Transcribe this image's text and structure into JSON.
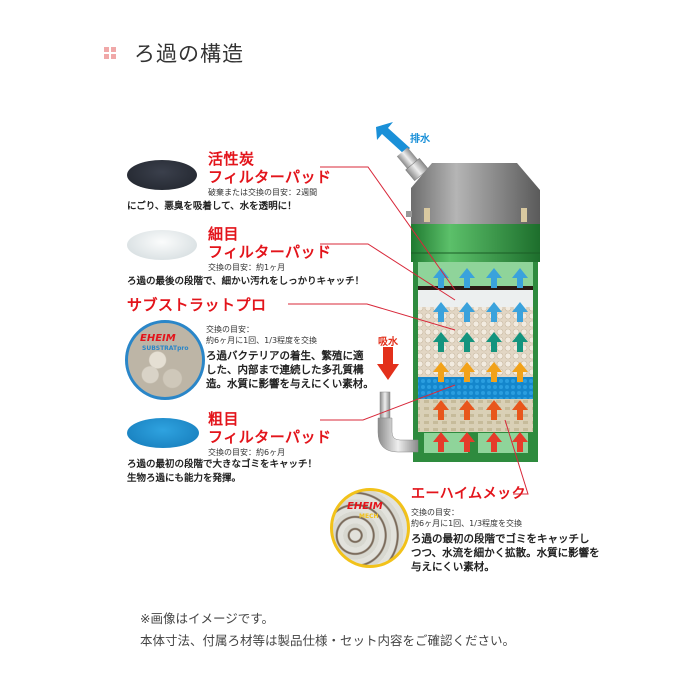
{
  "header": {
    "title": "ろ過の構造",
    "accent_color": "#f0a8a8"
  },
  "diagram": {
    "outlet_label": "排水",
    "inlet_label": "吸水",
    "outlet_arrow_color": "#1a90d8",
    "inlet_arrow_color": "#e3301b",
    "leader_line_color": "#d8283a",
    "canister_colors": {
      "head": "#8a8a8a",
      "body": "#2e8b3e"
    },
    "flow_arrow_colors": [
      "#e53b2a",
      "#e8561c",
      "#f2a21a",
      "#14947e",
      "#3aa2dc",
      "#3aa2dc"
    ]
  },
  "media": [
    {
      "id": "activated-carbon-pad",
      "heading_line1": "活性炭",
      "heading_line2": "フィルターパッド",
      "replacement": "破棄または交換の目安：2週間",
      "description": "にごり、悪臭を吸着して、水を透明に！",
      "color": "#2a2e38"
    },
    {
      "id": "fine-filter-pad",
      "heading_line1": "細目",
      "heading_line2": "フィルターパッド",
      "replacement": "交換の目安：約1ヶ月",
      "description": "ろ過の最後の段階で、細かい汚れをしっかりキャッチ！",
      "color": "#e4eaec"
    },
    {
      "id": "substrat-pro",
      "heading": "サブストラットプロ",
      "replacement_line1": "交換の目安：",
      "replacement_line2": "約6ヶ月に1回、1/3程度を交換",
      "description_lines": [
        "ろ過バクテリアの着生、繁殖に適",
        "した、内部まで連続した多孔質構",
        "造。水質に影響を与えにくい素材。"
      ],
      "badge_brand": "EHEIM",
      "badge_product": "SUBSTRATpro",
      "ring_color": "#2a86c8"
    },
    {
      "id": "coarse-filter-pad",
      "heading_line1": "粗目",
      "heading_line2": "フィルターパッド",
      "replacement": "交換の目安：約6ヶ月",
      "description_lines": [
        "ろ過の最初の段階で大きなゴミをキャッチ！",
        "生物ろ過にも能力を発揮。"
      ],
      "color": "#1b8fd0"
    },
    {
      "id": "eheim-mech",
      "heading": "エーハイムメック",
      "replacement_line1": "交換の目安：",
      "replacement_line2": "約6ヶ月に1回、1/3程度を交換",
      "description_lines": [
        "ろ過の最初の段階でゴミをキャッチし",
        "つつ、水流を細かく拡散。水質に影響を",
        "与えにくい素材。"
      ],
      "badge_brand": "EHEIM",
      "badge_product": "MECH",
      "ring_color": "#f2c21a"
    }
  ],
  "footnotes": [
    "※画像はイメージです。",
    "本体寸法、付属ろ材等は製品仕様・セット内容をご確認ください。"
  ]
}
